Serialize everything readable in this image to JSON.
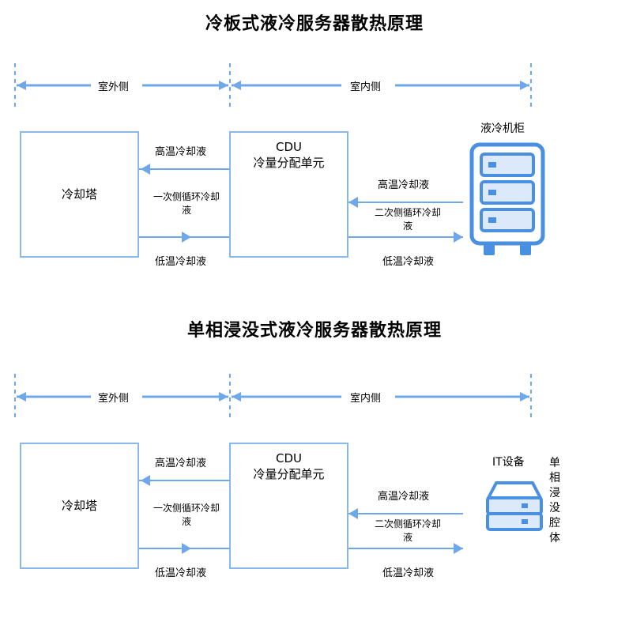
{
  "colors": {
    "line": "#6fa8e8",
    "box_border": "#8ab8ec",
    "icon": "#4a90e2",
    "icon_fill": "#dbe9fb"
  },
  "sections": [
    {
      "title": "冷板式液冷服务器散热原理",
      "outdoor_label": "室外侧",
      "indoor_label": "室内侧",
      "cooling_tower": "冷却塔",
      "cdu_line1": "CDU",
      "cdu_line2": "冷量分配单元",
      "primary_hot": "高温冷却液",
      "primary_loop": "一次侧循环冷却液",
      "primary_cold": "低温冷却液",
      "secondary_hot": "高温冷却液",
      "secondary_loop": "二次侧循环冷却液",
      "secondary_cold": "低温冷却液",
      "device_label": "液冷机柜",
      "device_icon": "server-cabinet-icon"
    },
    {
      "title": "单相浸没式液冷服务器散热原理",
      "outdoor_label": "室外侧",
      "indoor_label": "室内侧",
      "cooling_tower": "冷却塔",
      "cdu_line1": "CDU",
      "cdu_line2": "冷量分配单元",
      "primary_hot": "高温冷却液",
      "primary_loop": "一次侧循环冷却液",
      "primary_cold": "低温冷却液",
      "secondary_hot": "高温冷却液",
      "secondary_loop": "二次侧循环冷却液",
      "secondary_cold": "低温冷却液",
      "device_label": "IT设备",
      "device_icon": "it-equipment-icon",
      "side_label": "单相浸没腔体"
    }
  ]
}
